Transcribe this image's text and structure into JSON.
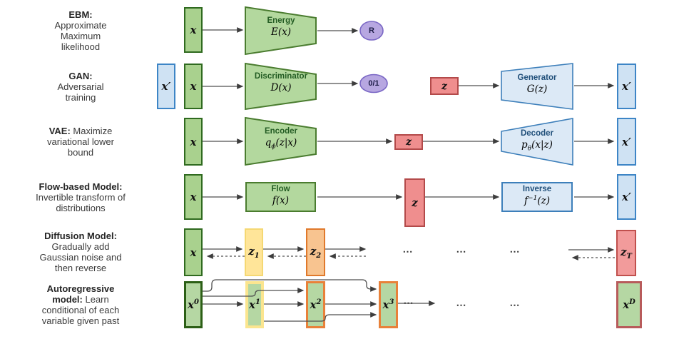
{
  "rows": {
    "ebm": {
      "label_bold": "EBM:",
      "label_lines": [
        "Approximate",
        "Maximum",
        "likelihood"
      ],
      "x": "x",
      "box_title": "Energy",
      "box_formula": "E(x)",
      "output": "R"
    },
    "gan": {
      "label_bold": "GAN:",
      "label_lines": [
        "Adversarial",
        "training"
      ],
      "x_prime": "x′",
      "x": "x",
      "box_title": "Discriminator",
      "box_formula": "D(x)",
      "output": "0/1",
      "z": "z",
      "gen_title": "Generator",
      "gen_formula": "G(z)",
      "x_prime_out": "x′"
    },
    "vae": {
      "label_bold": "VAE:",
      "label_bold_rest": " Maximize",
      "label_lines": [
        "variational lower",
        "bound"
      ],
      "x": "x",
      "enc_title": "Encoder",
      "enc_base": "q",
      "enc_sub": "ϕ",
      "enc_args": "(z|x)",
      "z": "z",
      "dec_title": "Decoder",
      "dec_base": "p",
      "dec_sub": "θ",
      "dec_args": "(x|z)",
      "x_prime": "x′"
    },
    "flow": {
      "label_bold": "Flow-based Model:",
      "label_lines": [
        "Invertible transform of",
        "distributions"
      ],
      "x": "x",
      "box_title": "Flow",
      "box_formula": "f(x)",
      "z": "z",
      "inv_title": "Inverse",
      "inv_base": "f",
      "inv_sup": "−1",
      "inv_args": "(z)",
      "x_prime": "x′"
    },
    "diffusion": {
      "label_bold": "Diffusion Model:",
      "label_lines": [
        "Gradually add",
        "Gaussian noise and",
        "then reverse"
      ],
      "x": "x",
      "z_base": "z",
      "z1_sub": "1",
      "z2_sub": "2",
      "zT_sub": "T",
      "dots": "⋯"
    },
    "ar": {
      "label_bold1": "Autoregressive",
      "label_bold2": "model:",
      "label_rest": " Learn",
      "label_lines": [
        "conditional of each",
        "variable given past"
      ],
      "x_base": "x",
      "sup0": "0",
      "sup1": "1",
      "sup2": "2",
      "sup3": "3",
      "supD": "D",
      "dots": "⋯"
    }
  }
}
